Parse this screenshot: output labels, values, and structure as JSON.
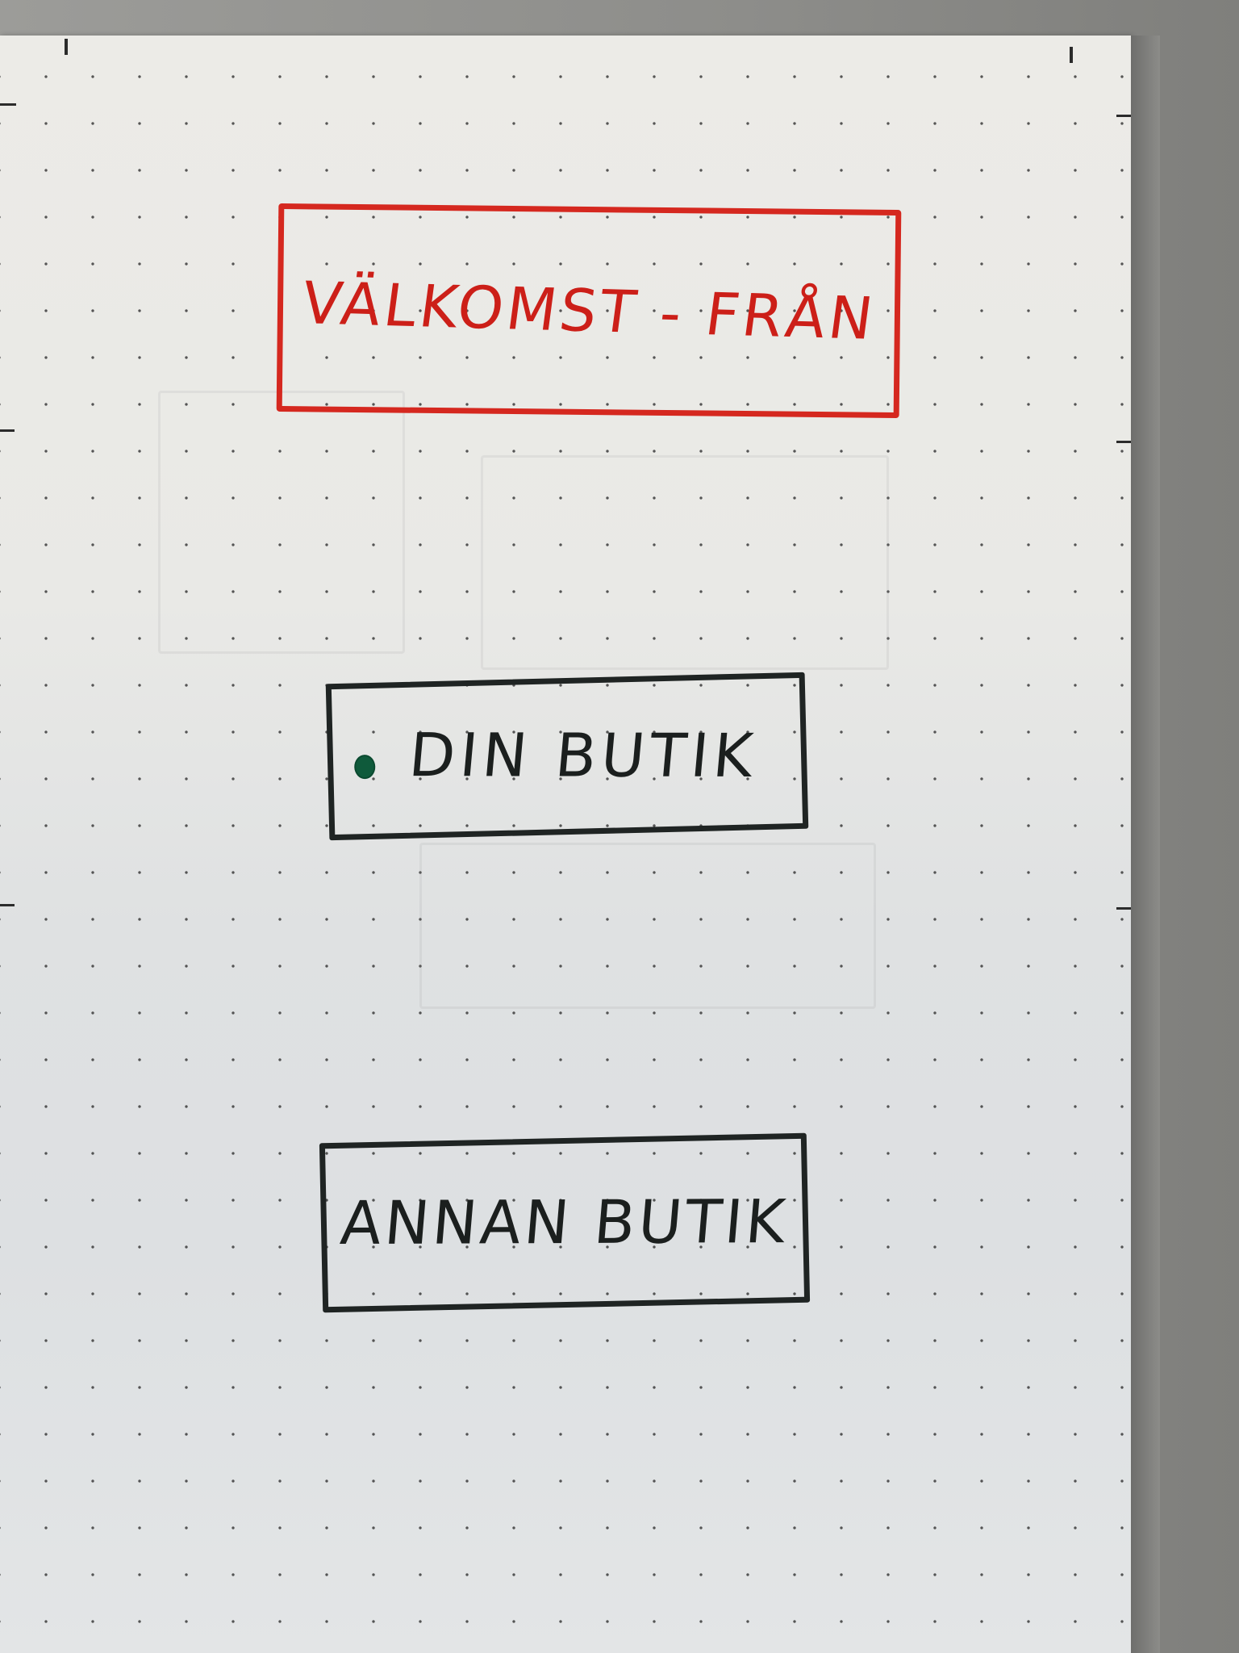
{
  "sketch": {
    "welcome_phrase": "VÄLKOMST - FRÅN",
    "your_store": "DIN BUTIK",
    "other_store": "ANNAN BUTIK"
  },
  "colors": {
    "paper": "#e9e9e6",
    "dots": "#3a3a3a",
    "red_marker": "#d5281f",
    "black_marker": "#1f2423",
    "green_dot": "#0f5a3b",
    "surface": "#8a8a88"
  }
}
